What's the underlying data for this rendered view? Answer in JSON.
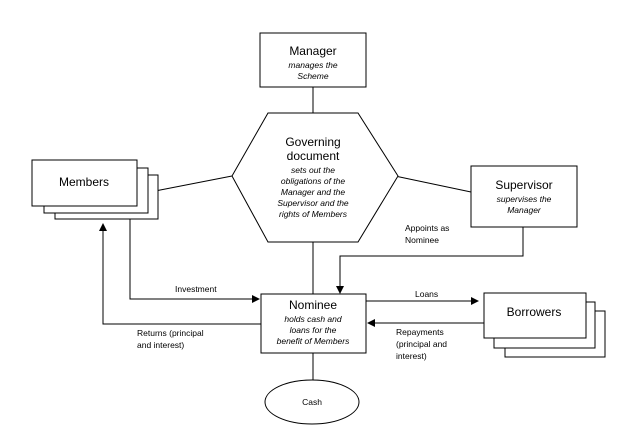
{
  "nodes": {
    "manager": {
      "title": "Manager",
      "sub": [
        "manages the",
        "Scheme"
      ]
    },
    "governing": {
      "title": [
        "Governing",
        "document"
      ],
      "sub": [
        "sets out the",
        "obligations of the",
        "Manager and the",
        "Supervisor and the",
        "rights of Members"
      ]
    },
    "members": {
      "title": "Members"
    },
    "supervisor": {
      "title": "Supervisor",
      "sub": [
        "supervises the",
        "Manager"
      ]
    },
    "nominee": {
      "title": "Nominee",
      "sub": [
        "holds cash and",
        "loans for the",
        "benefit of Members"
      ]
    },
    "borrowers": {
      "title": "Borrowers"
    },
    "cash": {
      "title": "Cash"
    }
  },
  "edges": {
    "appoints": [
      "Appoints as",
      "Nominee"
    ],
    "investment": "Investment",
    "returns": [
      "Returns (principal",
      "and interest)"
    ],
    "loans": "Loans",
    "repayments": [
      "Repayments",
      "(principal and",
      "interest)"
    ]
  }
}
